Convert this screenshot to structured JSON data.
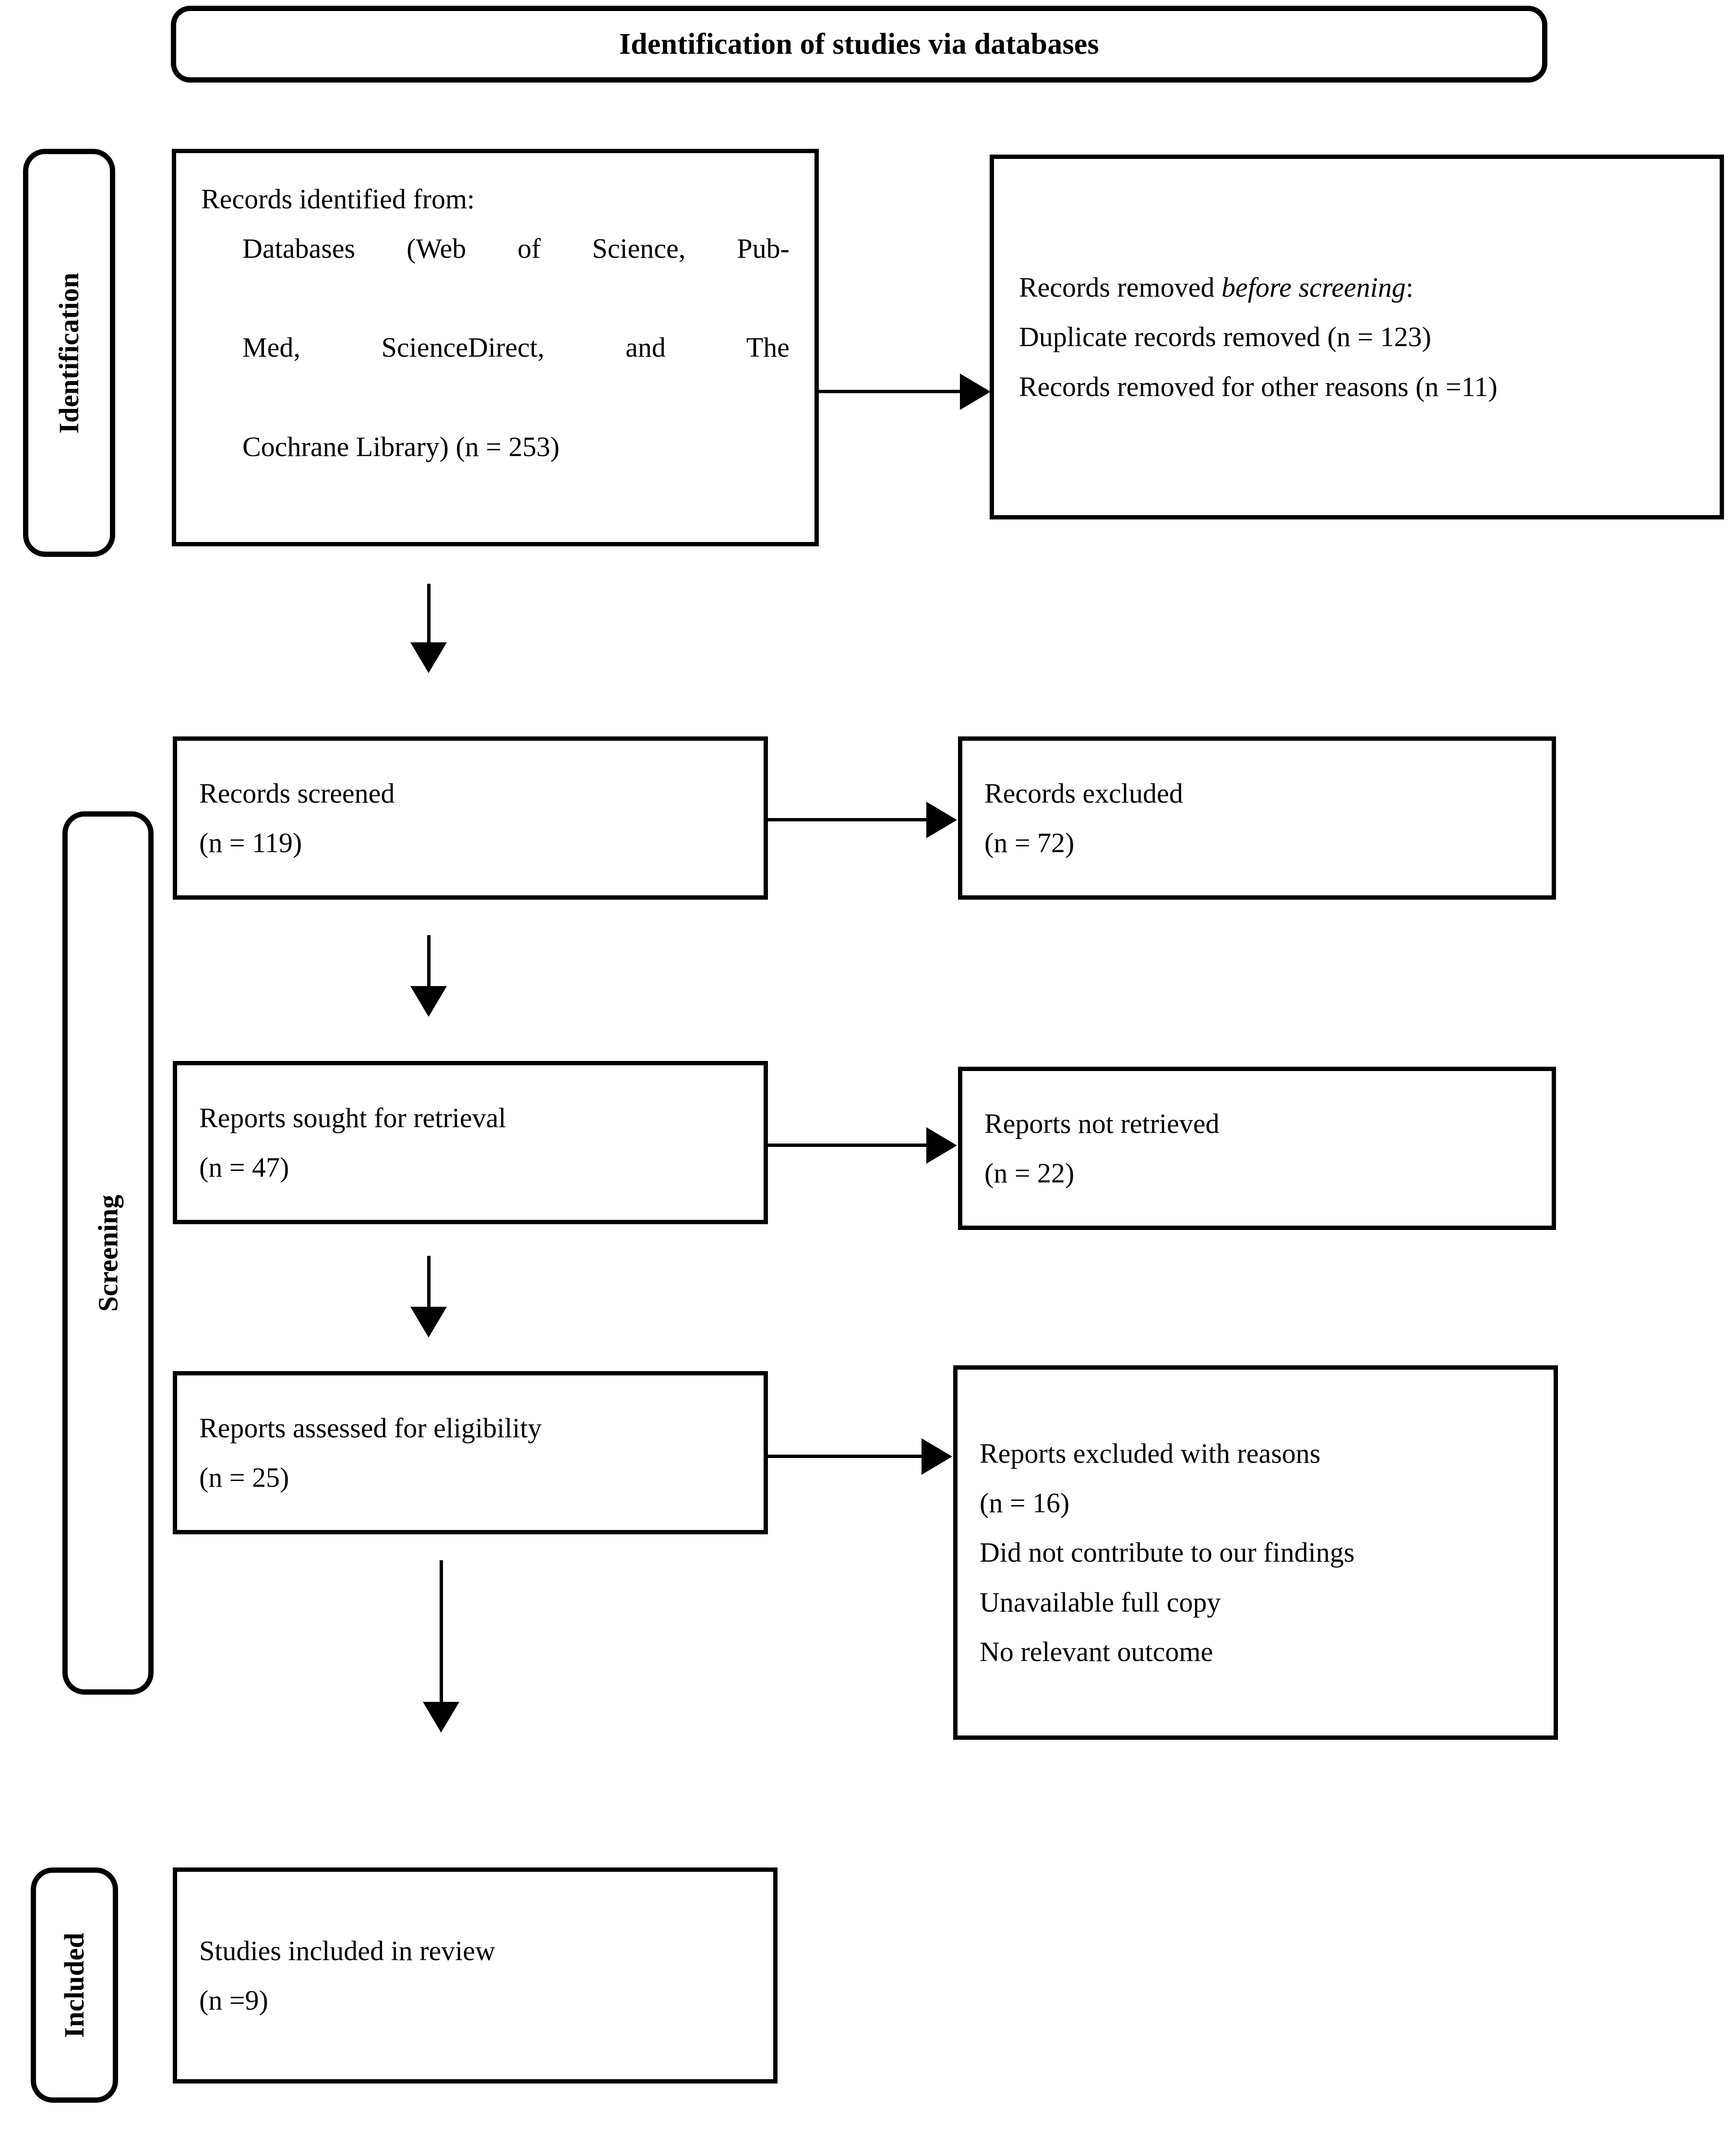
{
  "figure": {
    "type": "prisma-flow-diagram",
    "banner_title": "Identification of studies via databases"
  },
  "stages": [
    {
      "id": "identification",
      "label": "Identification"
    },
    {
      "id": "screening",
      "label": "Screening"
    },
    {
      "id": "included",
      "label": "Included"
    }
  ],
  "boxes": {
    "records_identified": {
      "heading": "Records identified from:",
      "body_lines": [
        "Databases (Web of Science, Pub-",
        "Med, ScienceDirect, and The",
        "Cochrane Library) (n = 253)"
      ],
      "source": "Databases (Web of Science, PubMed, ScienceDirect, and The Cochrane Library)",
      "n": 253
    },
    "records_removed": {
      "heading_pre": "Records removed ",
      "heading_italic": "before screening",
      "heading_post": ":",
      "line_duplicates": "Duplicate records removed (n = 123)",
      "line_other": "Records removed for other reasons (n =11)",
      "n_duplicates": 123,
      "n_other": 11
    },
    "records_screened": {
      "label": "Records screened",
      "count": "(n = 119)",
      "n": 119
    },
    "records_excluded": {
      "label": "Records excluded",
      "count": "(n = 72)",
      "n": 72
    },
    "reports_sought": {
      "label": "Reports sought for retrieval",
      "count": "(n = 47)",
      "n": 47
    },
    "reports_not_retrieved": {
      "label": "Reports not retrieved",
      "count": "(n = 22)",
      "n": 22
    },
    "reports_assessed": {
      "label": "Reports assessed for eligibility",
      "count": "(n = 25)",
      "n": 25
    },
    "reports_excluded": {
      "label": "Reports excluded with reasons",
      "count": "(n = 16)",
      "n": 16,
      "reason_1": "Did not contribute to our findings",
      "reason_2": "Unavailable full copy",
      "reason_3": "No relevant outcome"
    },
    "studies_included": {
      "label": "Studies included in review",
      "count": "(n =9)",
      "n": 9
    }
  },
  "colors": {
    "stroke": "#000000",
    "background": "#ffffff",
    "text": "#000000"
  }
}
